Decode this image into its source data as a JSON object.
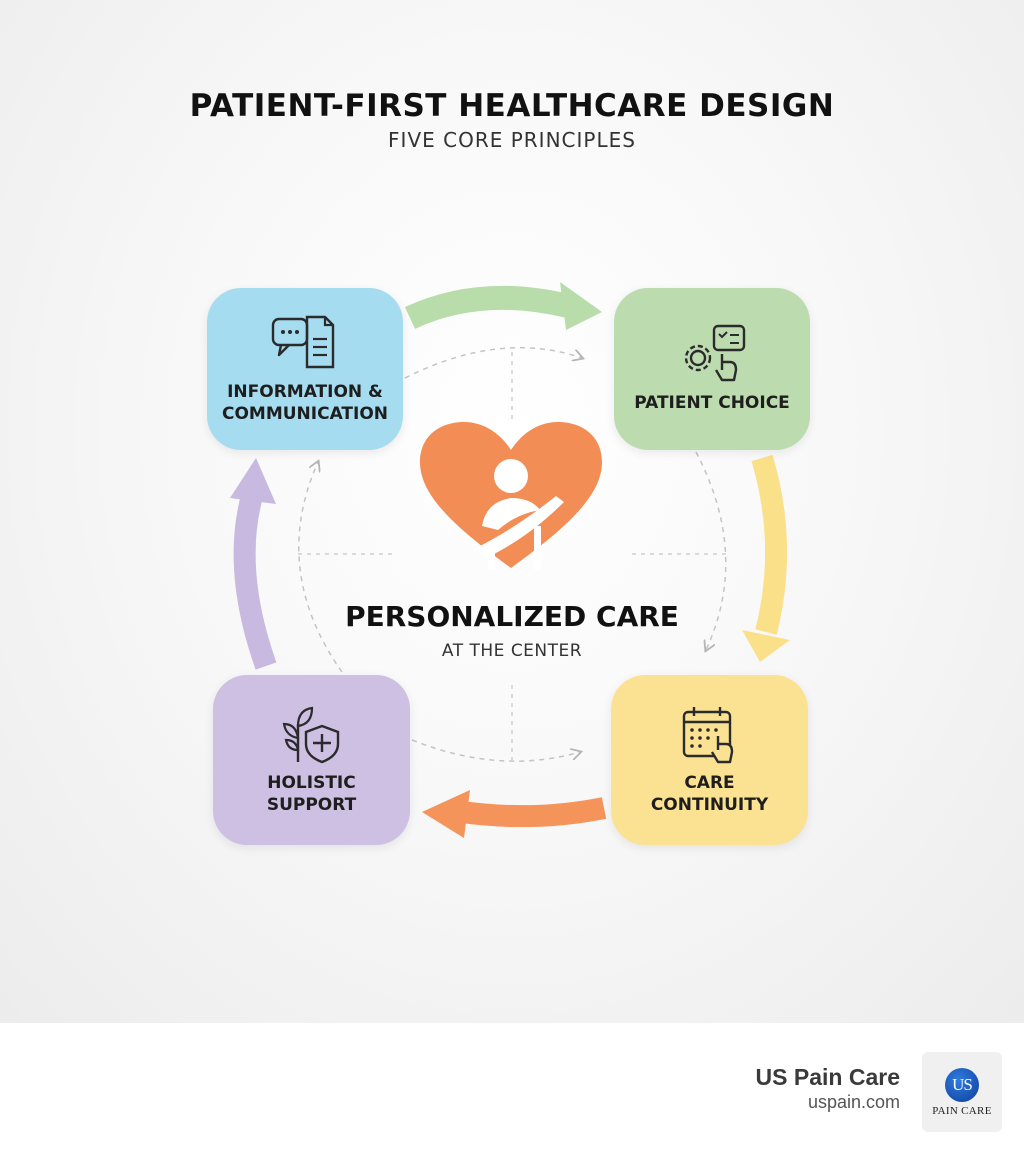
{
  "header": {
    "title": "PATIENT-FIRST HEALTHCARE DESIGN",
    "subtitle": "FIVE CORE PRINCIPLES"
  },
  "center": {
    "title": "PERSONALIZED CARE",
    "subtitle": "AT THE CENTER",
    "icon": "heart-person-icon"
  },
  "principles": [
    {
      "label": "INFORMATION &\nCOMMUNICATION",
      "icon": "chat-document-icon",
      "color": "#a6dcf0"
    },
    {
      "label": "PATIENT CHOICE",
      "icon": "gear-checklist-hand-icon",
      "color": "#bcdcb0"
    },
    {
      "label": "CARE\nCONTINUITY",
      "icon": "calendar-hand-icon",
      "color": "#fbe293"
    },
    {
      "label": "HOLISTIC\nSUPPORT",
      "icon": "leaf-shield-icon",
      "color": "#cdc0e2"
    }
  ],
  "arrow_colors": {
    "green": "#b9dcab",
    "yellow": "#fbe08a",
    "orange": "#f4935a",
    "purple": "#c7b9df"
  },
  "footer": {
    "brand_name": "US Pain Care",
    "brand_url": "uspain.com",
    "logo_letters": "US",
    "logo_caption": "PAIN CARE"
  }
}
